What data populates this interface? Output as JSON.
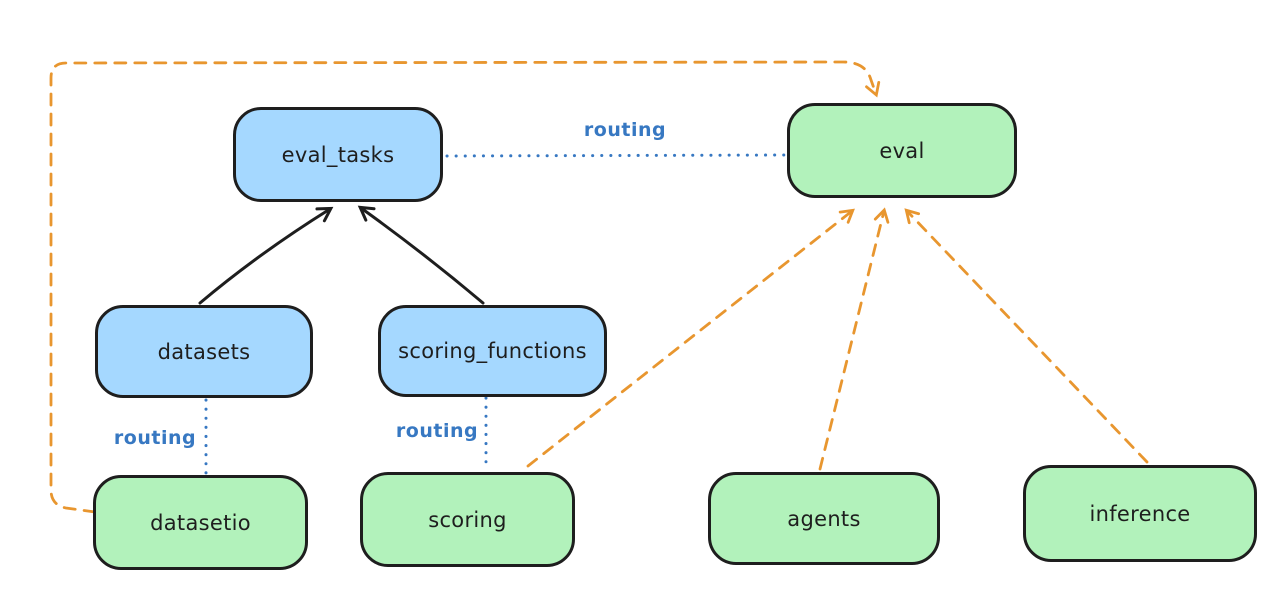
{
  "colors": {
    "canvas_bg": "#ffffff",
    "api_box_fill": "#a5d8ff",
    "provider_box_fill": "#b2f2bb",
    "box_stroke": "#1e1e1e",
    "solid_arrow": "#1e1e1e",
    "routing_color": "#3778c2",
    "provider_arrow": "#e8962f"
  },
  "nodes": {
    "eval_tasks": {
      "label": "eval_tasks"
    },
    "eval": {
      "label": "eval"
    },
    "datasets": {
      "label": "datasets"
    },
    "scoring_functions": {
      "label": "scoring_functions"
    },
    "datasetio": {
      "label": "datasetio"
    },
    "scoring": {
      "label": "scoring"
    },
    "agents": {
      "label": "agents"
    },
    "inference": {
      "label": "inference"
    }
  },
  "edge_labels": {
    "eval_tasks_to_eval": "routing",
    "datasets_to_datasetio": "routing",
    "scoring_functions_to_scoring": "routing"
  }
}
